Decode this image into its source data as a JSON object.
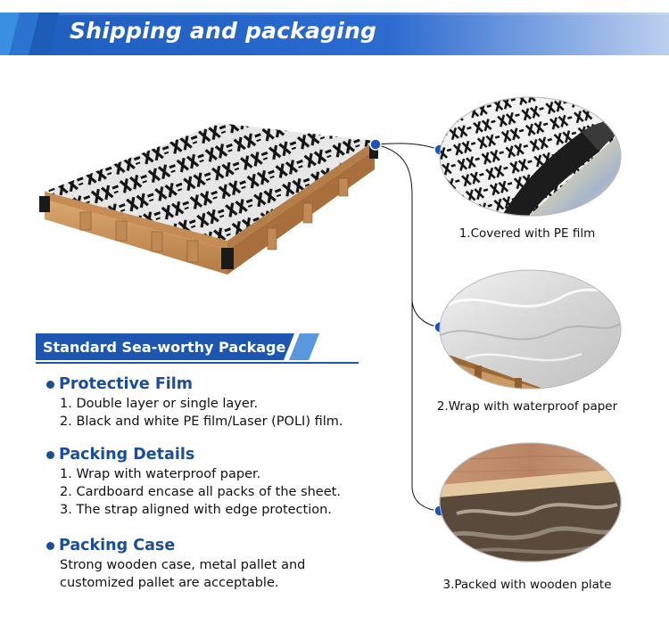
{
  "header": {
    "title": "Shipping and packaging"
  },
  "steps": [
    {
      "caption": "1.Covered with PE film"
    },
    {
      "caption": "2.Wrap with waterproof paper"
    },
    {
      "caption": "3.Packed with wooden plate"
    }
  ],
  "package": {
    "title": "Standard Sea-worthy Package",
    "sections": [
      {
        "heading": "Protective Film",
        "lines": [
          "1. Double layer or single layer.",
          "2. Black and white PE film/Laser (POLI) film."
        ]
      },
      {
        "heading": "Packing Details",
        "lines": [
          "1. Wrap with waterproof paper.",
          "2. Cardboard encase all packs of the sheet.",
          "3. The strap aligned with edge protection."
        ]
      },
      {
        "heading": "Packing Case",
        "lines": [
          "Strong wooden case, metal pallet and",
          "customized pallet are acceptable."
        ]
      }
    ]
  },
  "colors": {
    "brand_blue": "#1b4d9b",
    "banner_blue": "#1c56b0"
  }
}
